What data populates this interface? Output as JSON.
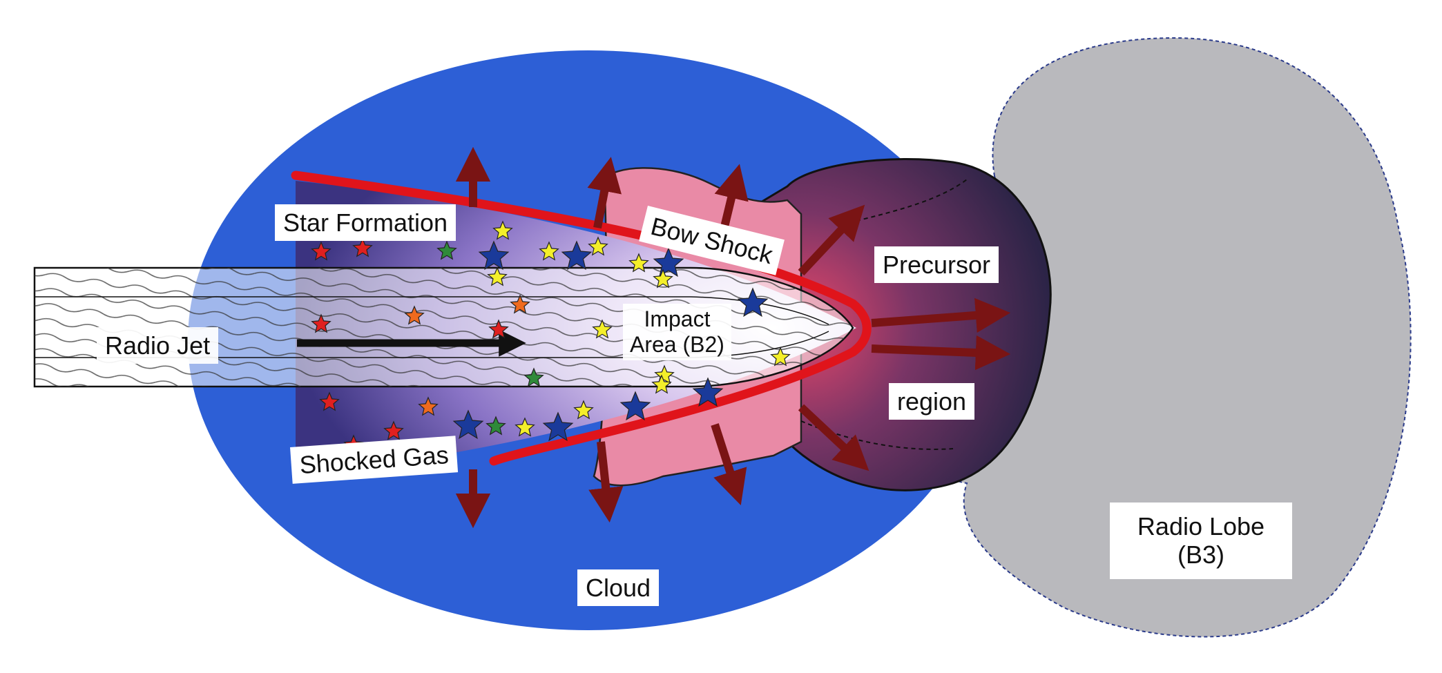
{
  "colors": {
    "cloud": "#2d5fd6",
    "cloud_edge": "#1f47b3",
    "bow_shock_line": "#e0141b",
    "precursor_fill": "#3a2a55",
    "bow_shock_region": "#e98aa6",
    "radio_lobe": "#b9b9bd",
    "outflow_arrow": "#7a1414",
    "jet_arrow": "#111111",
    "star_red": "#e02020",
    "star_yellow": "#f4ef2a",
    "star_blue": "#1a3a9a",
    "star_green": "#2f8a3a",
    "star_orange": "#ef6a1e"
  },
  "labels": {
    "star_formation": "Star Formation",
    "bow_shock": "Bow Shock",
    "precursor": "Precursor",
    "region": "region",
    "radio_jet": "Radio Jet",
    "impact_area_line1": "Impact",
    "impact_area_line2": "Area (B2)",
    "shocked_gas": "Shocked Gas",
    "cloud": "Cloud",
    "radio_lobe_line1": "Radio Lobe",
    "radio_lobe_line2": "(B3)"
  },
  "icons": {
    "star_marker": "five-point-star",
    "outflow_marker": "arrow"
  }
}
